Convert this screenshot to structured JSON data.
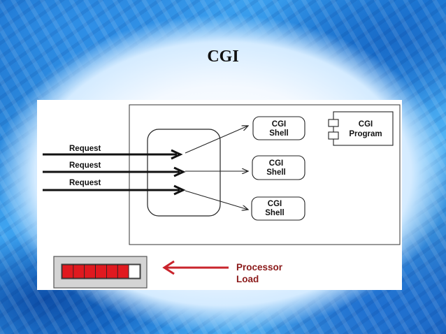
{
  "slide": {
    "title": "CGI"
  },
  "diagram": {
    "requests": [
      "Request",
      "Request",
      "Request"
    ],
    "shells": [
      {
        "line1": "CGI",
        "line2": "Shell"
      },
      {
        "line1": "CGI",
        "line2": "Shell"
      },
      {
        "line1": "CGI",
        "line2": "Shell"
      }
    ],
    "program": {
      "line1": "CGI",
      "line2": "Program"
    },
    "processor_label": {
      "line1": "Processor",
      "line2": "Load"
    },
    "processor_load": {
      "filled_segments": 6,
      "total_segments": 7,
      "fill_color": "#e0191f",
      "empty_color": "#ffffff"
    },
    "colors": {
      "arrow_accent": "#c9242c",
      "label_accent": "#8b1a1a"
    }
  }
}
